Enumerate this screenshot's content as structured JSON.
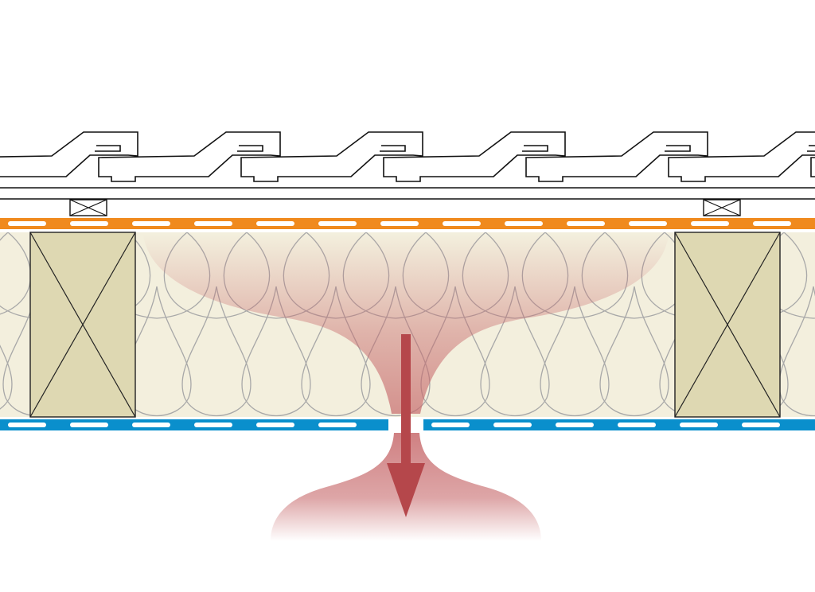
{
  "diagram": {
    "subject": "roof-cross-section",
    "layers": [
      {
        "id": "roof-tiles",
        "kind": "interlocking-tiles",
        "count": 6
      },
      {
        "id": "tile-battens",
        "kind": "battens",
        "count": 2
      },
      {
        "id": "roofing-membrane",
        "kind": "dashed-membrane",
        "color": "#F08A1E"
      },
      {
        "id": "insulation",
        "kind": "mineral-wool",
        "color": "#F3EFDD"
      },
      {
        "id": "rafters",
        "kind": "timber-rafters",
        "count": 2,
        "color": "#DED8B2"
      },
      {
        "id": "vapour-barrier",
        "kind": "dashed-membrane",
        "color": "#0A8FCC",
        "has_gap": true
      }
    ],
    "flow": {
      "kind": "heat-moisture-flow",
      "direction": "down",
      "through": "vapour-barrier-gap",
      "color": "#B5474B",
      "glow_color": "#C76A6C"
    }
  }
}
